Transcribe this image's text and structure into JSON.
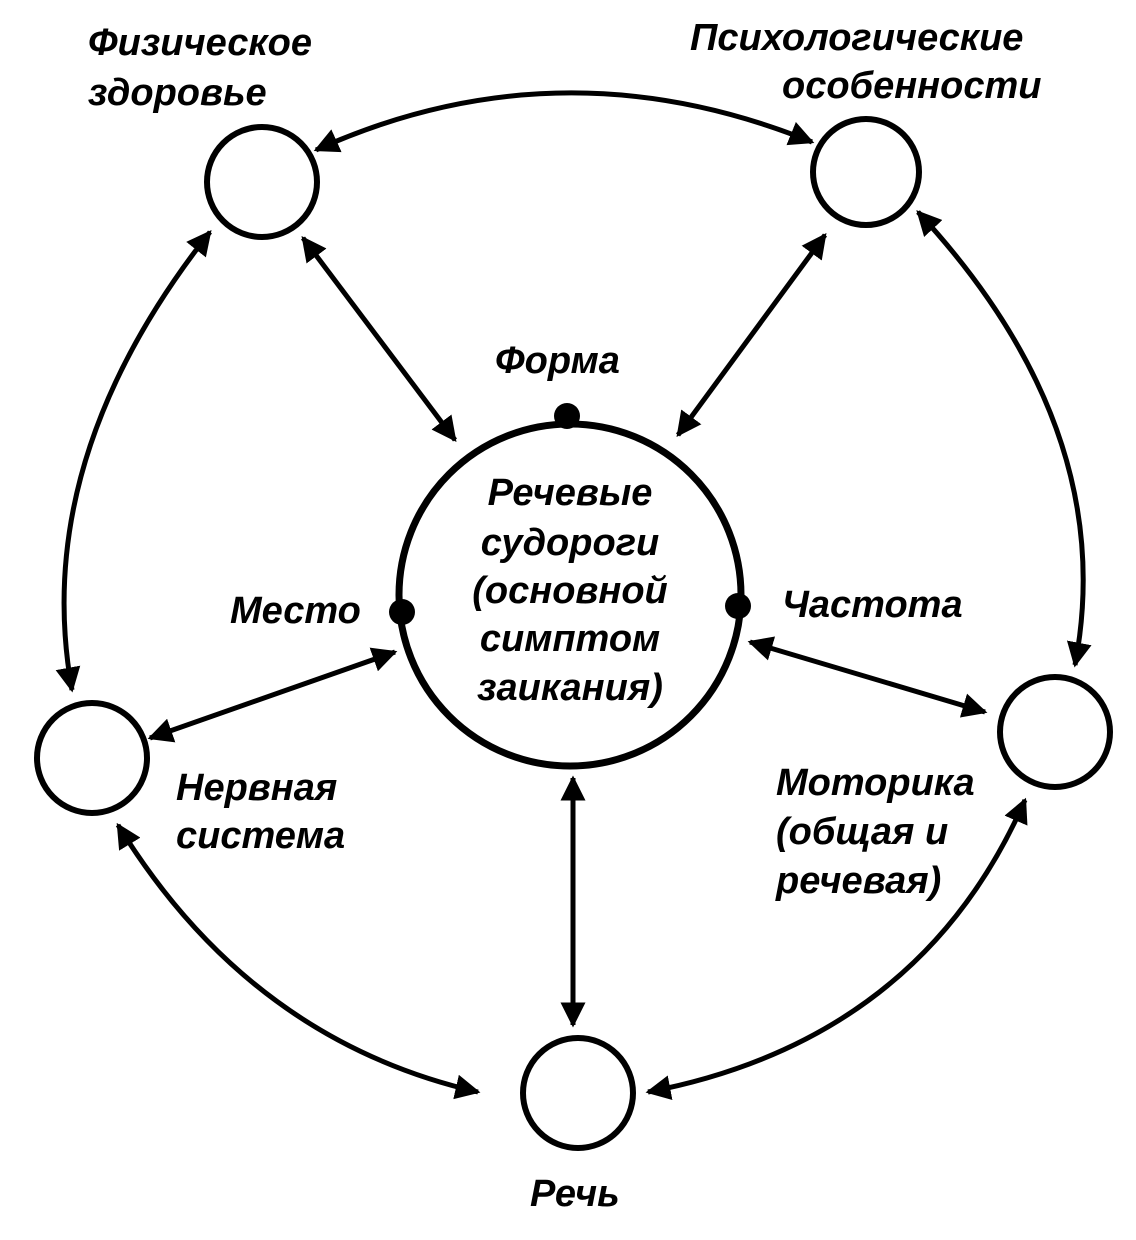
{
  "diagram": {
    "center": {
      "lines": [
        "Речевые",
        "судороги",
        "(основной",
        "симптом",
        "заикания)"
      ],
      "markers": {
        "top": "Форма",
        "left": "Место",
        "right": "Частота"
      }
    },
    "nodes": {
      "physical_health": [
        "Физическое",
        "здоровье"
      ],
      "psychological": [
        "Психологические",
        "особенности"
      ],
      "nervous_system": [
        "Нервная",
        "система"
      ],
      "motor_skills": [
        "Моторика",
        "(общая и",
        "речевая)"
      ],
      "speech": [
        "Речь"
      ]
    },
    "colors": {
      "stroke": "#000000",
      "background": "#ffffff"
    }
  }
}
